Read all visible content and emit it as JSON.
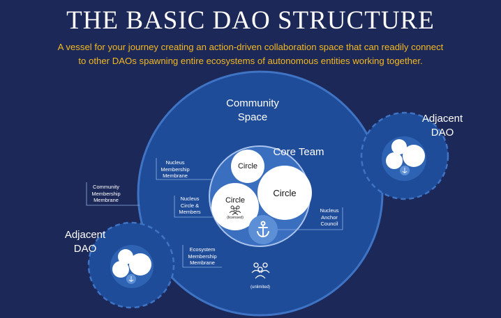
{
  "header": {
    "title": "THE BASIC DAO STRUCTURE",
    "subtitle_line1": "A vessel for your journey creating an action-driven collaboration space that can readily connect",
    "subtitle_line2": "to other DAOs spawning entire ecosystems of autonomous entities working together."
  },
  "community": {
    "label_line1": "Community",
    "label_line2": "Space",
    "people_note": "(unlimited)"
  },
  "core": {
    "label": "Core Team",
    "circle_small": "Circle",
    "circle_large": "Circle",
    "circle_mid": "Circle",
    "circle_mid_note": "(licensed)"
  },
  "adjacent_left": {
    "line1": "Adjacent",
    "line2": "DAO"
  },
  "adjacent_right": {
    "line1": "Adjacent",
    "line2": "DAO"
  },
  "callouts": {
    "nucleus_membership": [
      "Nucleus",
      "Membership",
      "Membrane"
    ],
    "community_membership": [
      "Community",
      "Membership",
      "Membrane"
    ],
    "nucleus_circle": [
      "Nucleus",
      "Circle &",
      "Members"
    ],
    "ecosystem_membership": [
      "Ecosystem",
      "Membership",
      "Membrane"
    ],
    "nucleus_anchor": [
      "Nucleus",
      "Anchor",
      "Council"
    ]
  },
  "colors": {
    "background": "#1c2857",
    "community_fill": "#1f4c99",
    "core_fill": "#3a6fbf",
    "accent": "#f3b821"
  },
  "icons": [
    "anchor-icon",
    "people-group-icon"
  ]
}
